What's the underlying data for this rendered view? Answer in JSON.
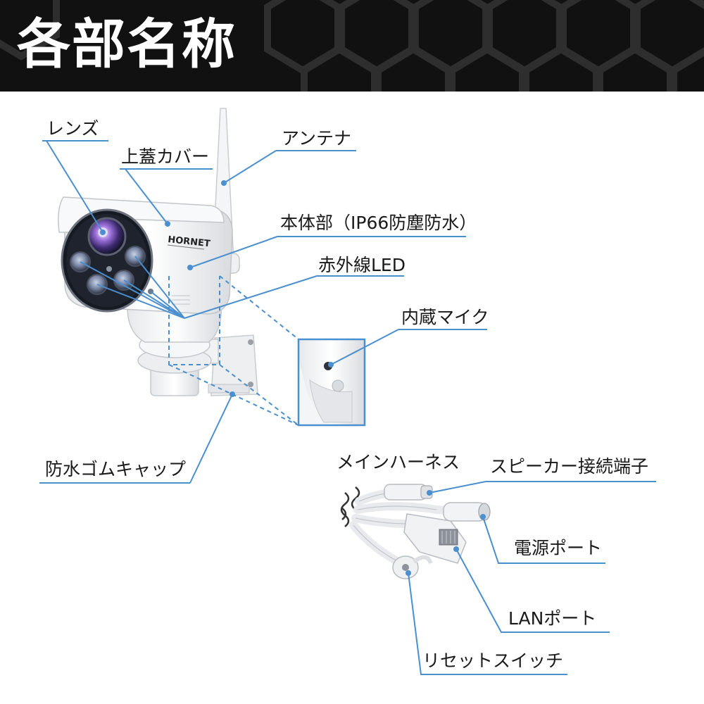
{
  "title": "各部名称",
  "brand": "HORNET",
  "colors": {
    "accent": "#4a8fd0",
    "header_bg": "#111111",
    "title": "#ffffff"
  },
  "labels": {
    "lens": "レンズ",
    "top_cover": "上蓋カバー",
    "antenna": "アンテナ",
    "body": "本体部（IP66防塵防水）",
    "ir_led": "赤外線LED",
    "mic": "内蔵マイク",
    "waterproof_cap": "防水ゴムキャップ",
    "main_harness": "メインハーネス",
    "speaker_terminal": "スピーカー接続端子",
    "power_port": "電源ポート",
    "lan_port": "LANポート",
    "reset_switch": "リセットスイッチ"
  }
}
